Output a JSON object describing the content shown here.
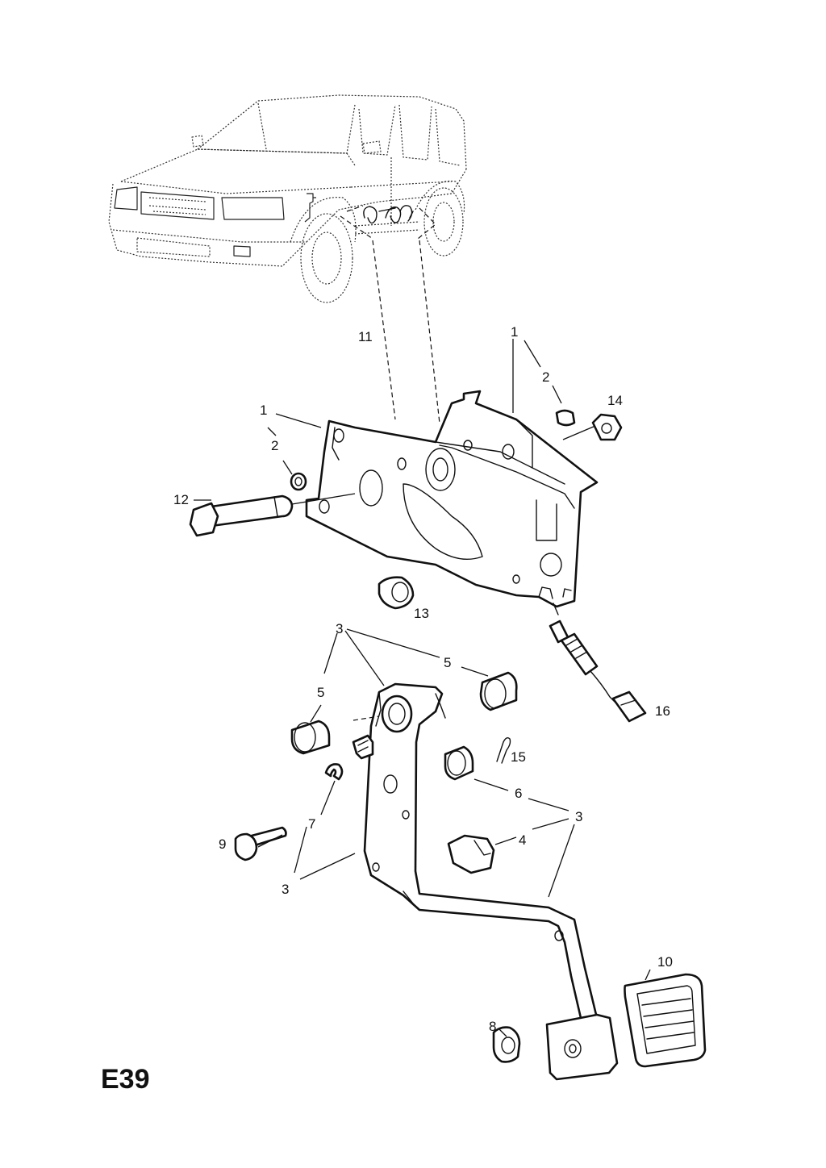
{
  "diagram_code": "E39",
  "callouts": {
    "c1a": "1",
    "c1b": "1",
    "c2a": "2",
    "c2b": "2",
    "c3a": "3",
    "c3b": "3",
    "c3c": "3",
    "c4": "4",
    "c5a": "5",
    "c5b": "5",
    "c6": "6",
    "c7": "7",
    "c8": "8",
    "c9": "9",
    "c10": "10",
    "c11": "11",
    "c12": "12",
    "c13": "13",
    "c14": "14",
    "c15": "15",
    "c16": "16"
  }
}
